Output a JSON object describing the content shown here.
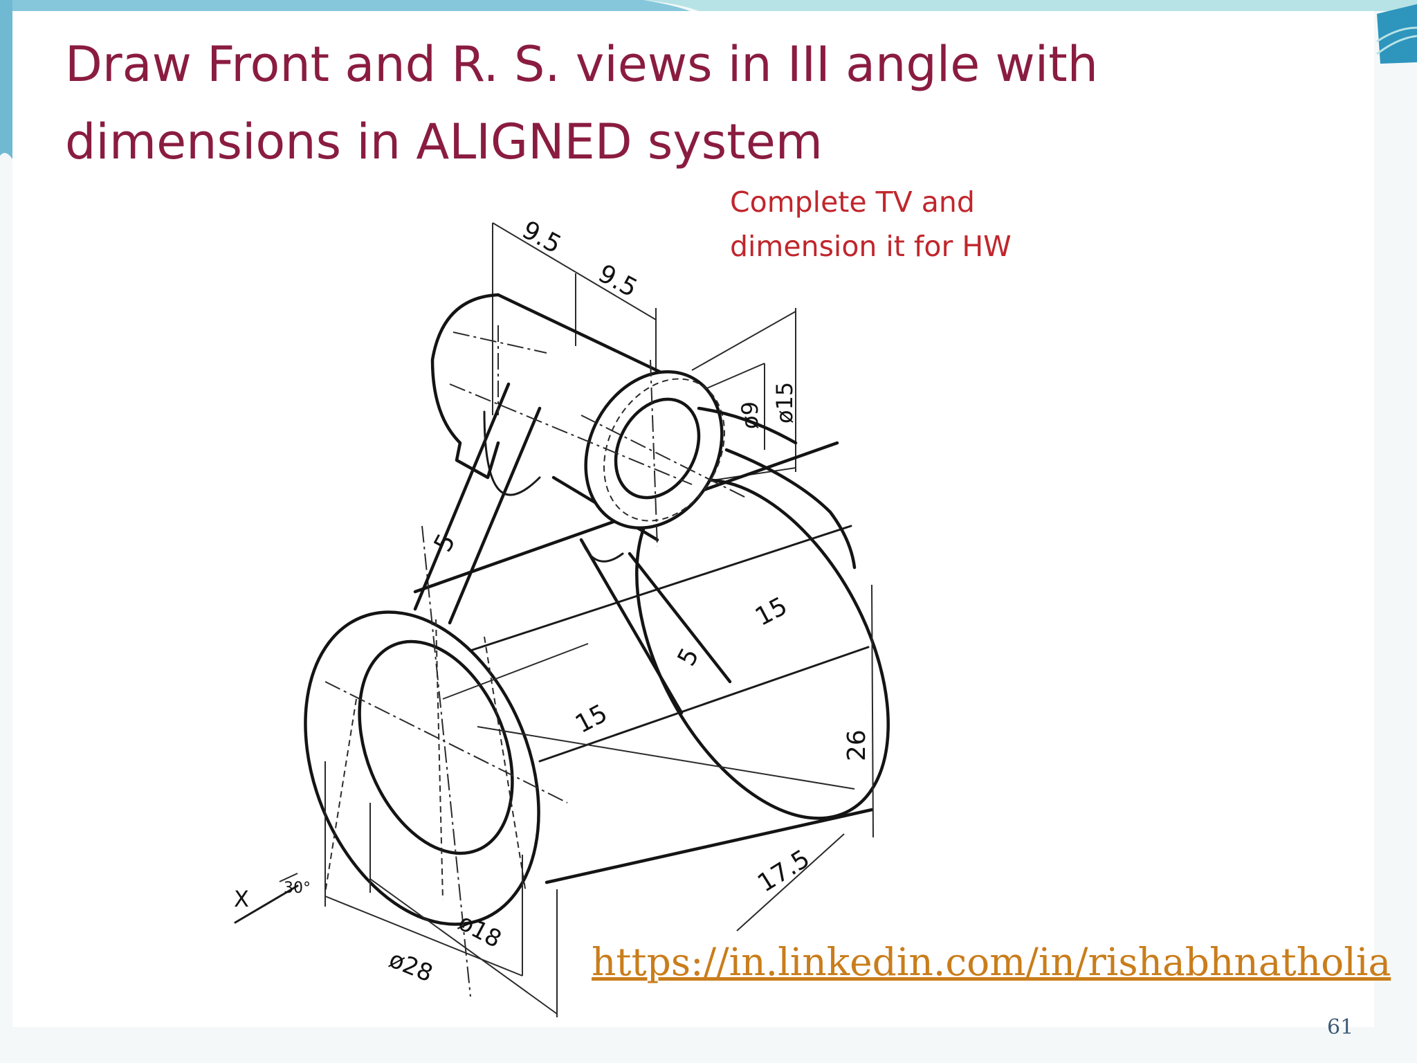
{
  "slide": {
    "title_line1": "Draw Front and R. S. views in III angle with",
    "title_line2": "dimensions in ALIGNED system",
    "note_line1": "Complete TV and",
    "note_line2": "dimension  it for HW",
    "link": "https://in.linkedin.com/in/rishabhnatholia",
    "page_number": "61"
  },
  "drawing": {
    "dimensions": {
      "top_left": "9.5",
      "top_right": "9.5",
      "dia_inner_boss": "ø9",
      "dia_outer_boss": "ø15",
      "rib_thickness_left": "5",
      "rib_thickness_right": "5",
      "base_length": "15",
      "center_offset": "15",
      "height": "26",
      "depth": "17.5",
      "dia_inner_base": "ø18",
      "dia_outer_base": "ø28"
    },
    "axis_labels": {
      "x": "X",
      "angle": "30°"
    }
  },
  "colors": {
    "title": "#8a1c40",
    "note": "#c0262c",
    "link": "#c97d1b",
    "page_number": "#3d5a77",
    "frame": "#7fc4d8"
  }
}
